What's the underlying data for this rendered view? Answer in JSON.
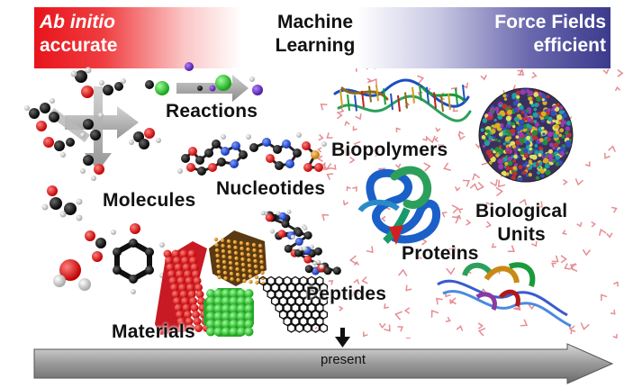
{
  "header": {
    "left_line1": "Ab initio",
    "left_line2": "accurate",
    "middle_line1": "Machine",
    "middle_line2": "Learning",
    "right_line1": "Force Fields",
    "right_line2": "efficient"
  },
  "labels": {
    "reactions": "Reactions",
    "molecules": "Molecules",
    "nucleotides": "Nucleotides",
    "materials": "Materials",
    "peptides": "Peptides",
    "biopolymers": "Biopolymers",
    "proteins": "Proteins",
    "biological_units_line1": "Biological",
    "biological_units_line2": "Units"
  },
  "timeline": {
    "marker_label": "present"
  },
  "colors": {
    "ab_initio_red": "#e8141c",
    "force_field_blue": "#3c3a8c",
    "arrow_gray": "#8a8a8a"
  }
}
